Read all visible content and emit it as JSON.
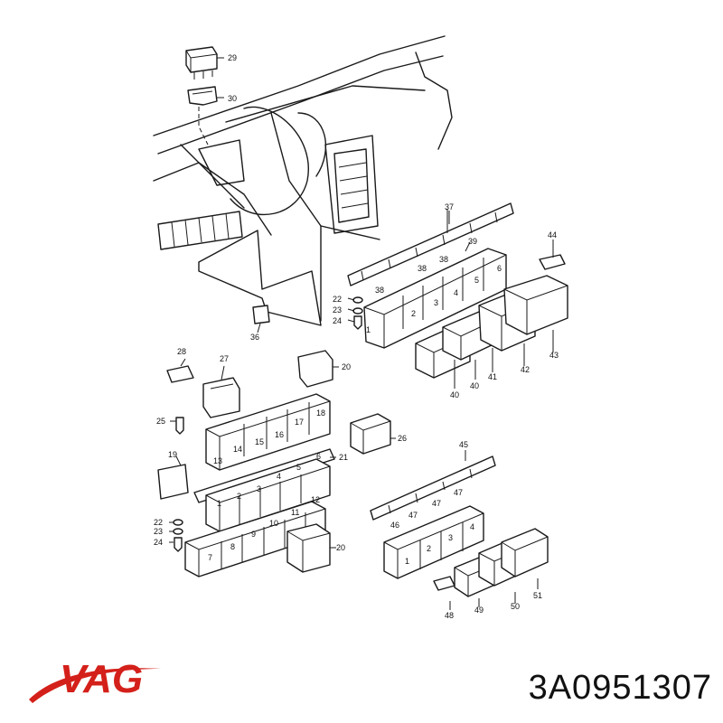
{
  "brand": {
    "logo_text": "VAG",
    "logo_color": "#d4201a"
  },
  "part_number": "3A0951307",
  "callouts": [
    "29",
    "30",
    "37",
    "39",
    "38",
    "38",
    "38",
    "44",
    "22",
    "23",
    "24",
    "36",
    "41",
    "42",
    "43",
    "40",
    "40",
    "28",
    "27",
    "20",
    "25",
    "26",
    "19",
    "21",
    "22",
    "23",
    "24",
    "20",
    "45",
    "46",
    "47",
    "47",
    "47",
    "48",
    "49",
    "50",
    "51"
  ],
  "cells": [
    "1",
    "2",
    "3",
    "4",
    "5",
    "6",
    "13",
    "14",
    "15",
    "16",
    "17",
    "18",
    "1",
    "2",
    "3",
    "4",
    "5",
    "6",
    "7",
    "8",
    "9",
    "10",
    "11",
    "12",
    "1",
    "2",
    "3",
    "4"
  ]
}
